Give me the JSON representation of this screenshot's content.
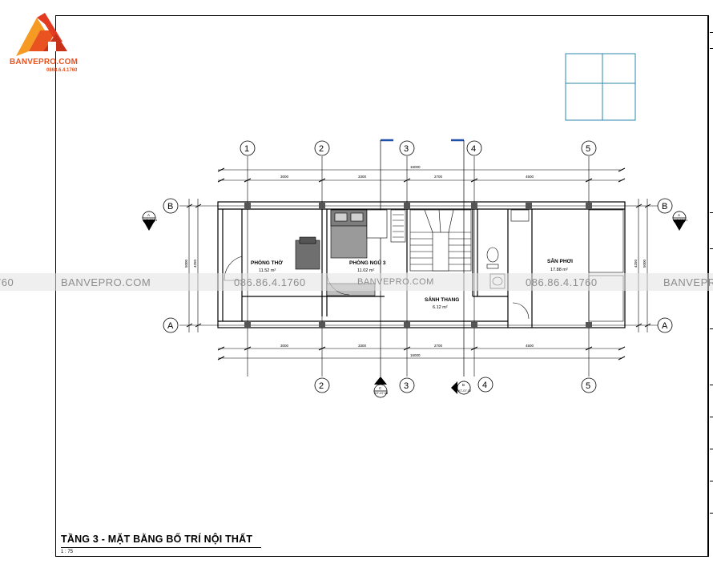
{
  "logo": {
    "brand": "BANVEPRO.COM",
    "phone": "0868.6.4.1760"
  },
  "watermark": {
    "left_fragment": "760",
    "brand": "BANVEPRO.COM",
    "phone": "086.86.4.1760",
    "center_text": "BANVEPRO.COM"
  },
  "grid": {
    "axes_x": [
      "1",
      "2",
      "3",
      "4",
      "5"
    ],
    "axes_y": [
      "A",
      "B"
    ]
  },
  "dimensions": {
    "top_segments": [
      "3000",
      "3300",
      "2700",
      "4500"
    ],
    "bottom_segments": [
      "3000",
      "3300",
      "2700",
      "4500"
    ],
    "overall": "16000",
    "left_height": "5000",
    "right_height": "5000",
    "inner_height": "4250"
  },
  "rooms": [
    {
      "name": "PHÒNG THỜ",
      "area": "11.52 m²"
    },
    {
      "name": "PHÒNG NGỦ 3",
      "area": "11.02 m²"
    },
    {
      "name": "SẢNH THANG",
      "area": "6.12 m²"
    },
    {
      "name": "SÂN PHƠI",
      "area": "17.88 m²"
    }
  ],
  "sections": {
    "a": {
      "letter": "A",
      "sheet": "KT-07.01"
    },
    "b": {
      "letter": "B",
      "sheet": "KT-07.02"
    },
    "c": {
      "letter": "C",
      "sheet": "KT-07.03"
    }
  },
  "drawing": {
    "title": "TẦNG 3 - MẶT BẰNG BỐ TRÍ NỘI THẤT",
    "scale": "1 : 75"
  },
  "colors": {
    "brand_orange": "#e8531f",
    "section_blue": "#1f4fa8",
    "key_plan": "#2b86a8"
  }
}
